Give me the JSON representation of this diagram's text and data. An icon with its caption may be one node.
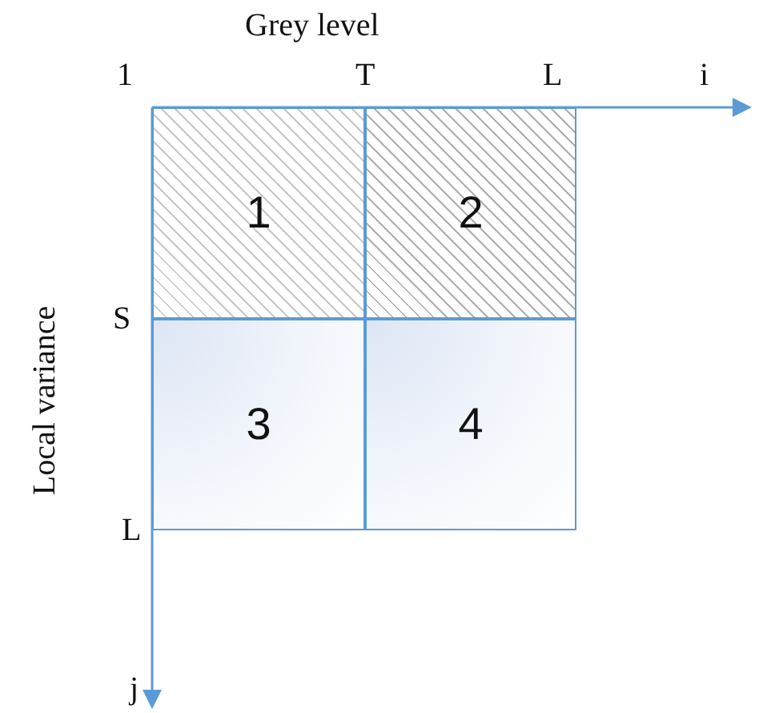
{
  "diagram": {
    "nodes": [
      {
        "text": [
          "1"
        ]
      },
      {
        "text": [
          "2"
        ]
      },
      {
        "text": [
          "3"
        ]
      },
      {
        "text": [
          "4"
        ]
      }
    ],
    "labels": [
      "Grey level",
      "1",
      "T",
      "L",
      "i",
      "Local variance",
      "S",
      "L",
      "j"
    ]
  }
}
